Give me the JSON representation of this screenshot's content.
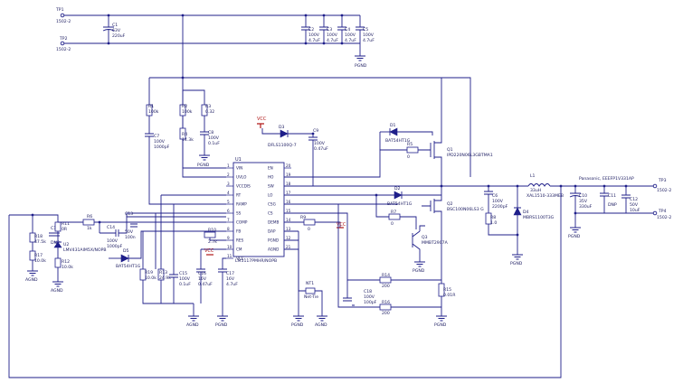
{
  "terminals": {
    "tp1": {
      "name": "TP1",
      "part": "1502-2"
    },
    "tp2": {
      "name": "TP2",
      "part": "1502-2"
    },
    "tp3": {
      "name": "TP3",
      "part": "1502-2"
    },
    "tp4": {
      "name": "TP4",
      "part": "1502-2"
    }
  },
  "ic": {
    "ref": "U1",
    "part": "LM5117PMHR/NOPB"
  },
  "ic_pins_left": [
    {
      "num": "1",
      "name": "VIN"
    },
    {
      "num": "2",
      "name": "UVLO"
    },
    {
      "num": "3",
      "name": "VCCDIS"
    },
    {
      "num": "4",
      "name": "RT"
    },
    {
      "num": "5",
      "name": "RAMP"
    },
    {
      "num": "6",
      "name": "SS"
    },
    {
      "num": "7",
      "name": "COMP"
    },
    {
      "num": "8",
      "name": "FB"
    },
    {
      "num": "9",
      "name": "RES"
    },
    {
      "num": "10",
      "name": "CM"
    },
    {
      "num": "11",
      "name": "VCC"
    }
  ],
  "ic_pins_right": [
    {
      "num": "20",
      "name": "EN"
    },
    {
      "num": "19",
      "name": "HO"
    },
    {
      "num": "18",
      "name": "SW"
    },
    {
      "num": "17",
      "name": "LO"
    },
    {
      "num": "16",
      "name": "CSG"
    },
    {
      "num": "15",
      "name": "CS"
    },
    {
      "num": "14",
      "name": "DEMB"
    },
    {
      "num": "13",
      "name": "DAP"
    },
    {
      "num": "12",
      "name": "PGND"
    },
    {
      "num": "21",
      "name": "AGND"
    }
  ],
  "components": {
    "c1": {
      "ref": "C1",
      "v1": "63V",
      "v2": "220uF"
    },
    "c2": {
      "ref": "C2",
      "v1": "100V",
      "v2": "4.7uF"
    },
    "c3": {
      "ref": "C3",
      "v1": "100V",
      "v2": "4.7uF"
    },
    "c4": {
      "ref": "C4",
      "v1": "100V",
      "v2": "4.7uF"
    },
    "c5": {
      "ref": "C5",
      "v1": "100V",
      "v2": "4.7uF"
    },
    "r1": {
      "ref": "R1",
      "v1": "100k"
    },
    "r2": {
      "ref": "R2",
      "v1": "100k"
    },
    "r3": {
      "ref": "R3",
      "v1": "0.32"
    },
    "r4": {
      "ref": "R4",
      "v1": "14.3k"
    },
    "c7": {
      "ref": "C7",
      "v1": "100V",
      "v2": "1000pF"
    },
    "c8": {
      "ref": "C8",
      "v1": "100V",
      "v2": "0.1uF"
    },
    "d3": {
      "ref": "D3",
      "v1": "DFLS1100Q-7"
    },
    "c9": {
      "ref": "C9",
      "v1": "100V",
      "v2": "0.47uF"
    },
    "d1": {
      "ref": "D1",
      "v1": "BAT54HT1G"
    },
    "r5": {
      "ref": "R5",
      "v1": "0"
    },
    "q1": {
      "ref": "Q1",
      "v1": "IPD220N06L3GBTMA1"
    },
    "l1": {
      "ref": "L1",
      "v1": "33uH",
      "v2": "XAL1510-333MEB"
    },
    "c6": {
      "ref": "C6",
      "v1": "100V",
      "v2": "2200pF"
    },
    "r8": {
      "ref": "R8",
      "v1": "1.0"
    },
    "d4": {
      "ref": "D4",
      "v1": "MBRS1100T3G"
    },
    "d2": {
      "ref": "D2",
      "v1": "BAT54HT1G"
    },
    "r7": {
      "ref": "R7",
      "v1": "0"
    },
    "q2": {
      "ref": "Q2",
      "v1": "BSC100N06LS3 G"
    },
    "q3": {
      "ref": "Q3",
      "v1": "MMBT2907A"
    },
    "r9": {
      "ref": "R9",
      "v1": "0"
    },
    "nt1": {
      "ref": "NT1",
      "v1": "Net-Tie"
    },
    "r14": {
      "ref": "R14",
      "v1": "200"
    },
    "r16": {
      "ref": "R16",
      "v1": "200"
    },
    "c18": {
      "ref": "C18",
      "v1": "100V",
      "v2": "100pF"
    },
    "r15": {
      "ref": "R15",
      "v1": "0.01R"
    },
    "c10": {
      "ref": "C10",
      "v1": "35V",
      "v2": "330uF"
    },
    "c11": {
      "ref": "C11",
      "v1": "DNP"
    },
    "c12": {
      "ref": "C12",
      "v1": "50V",
      "v2": "10uF"
    },
    "r18": {
      "ref": "R18",
      "v1": "47.5k"
    },
    "r17": {
      "ref": "R17",
      "v1": "10.0k"
    },
    "c19": {
      "ref": "C19",
      "v1": "DNP"
    },
    "r11": {
      "ref": "R11",
      "v1": "0R"
    },
    "u2": {
      "ref": "U2",
      "v1": "LMV431AIM5X/NOPB"
    },
    "r12": {
      "ref": "R12",
      "v1": "10.0k"
    },
    "r6": {
      "ref": "R6",
      "v1": "1k"
    },
    "c14": {
      "ref": "C14",
      "v1": "100V",
      "v2": "1000pF"
    },
    "c13": {
      "ref": "C13",
      "v1": "50V",
      "v2": "100n"
    },
    "d5": {
      "ref": "D5",
      "v1": "BAT54HT1G"
    },
    "r10": {
      "ref": "R10",
      "v1": "2.7k"
    },
    "r13": {
      "ref": "R13",
      "v1": "24.9k"
    },
    "r19": {
      "ref": "R19",
      "v1": "10.0k"
    },
    "c15": {
      "ref": "C15",
      "v1": "100V",
      "v2": "0.1uF"
    },
    "c16": {
      "ref": "C16",
      "v1": "16V",
      "v2": "0.47uF"
    },
    "c17": {
      "ref": "C17",
      "v1": "16V",
      "v2": "4.7uF"
    }
  },
  "output_note": "Panasonic, EEEFP1V331AP",
  "power_labels": {
    "vcc": "VCC"
  },
  "ground_labels": {
    "pgnd": "PGND",
    "agnd": "AGND"
  },
  "colors": {
    "wire": "#1f1f8a",
    "text": "#1a1a60",
    "power": "#b01818"
  }
}
